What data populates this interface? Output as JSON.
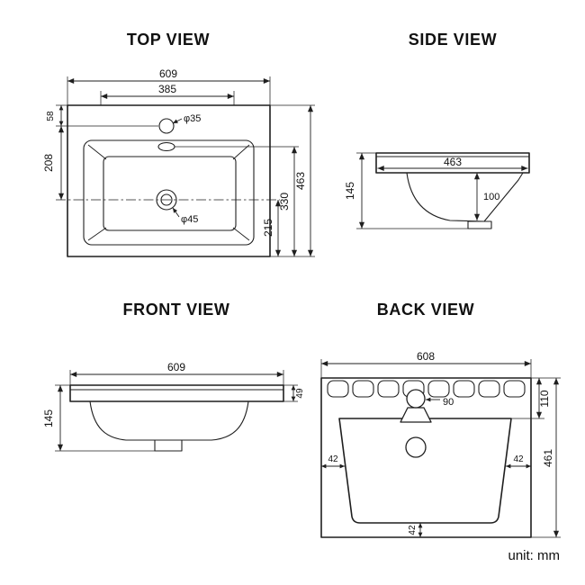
{
  "unit_label": "unit: mm",
  "top_view": {
    "title": "TOP VIEW",
    "dim_overall_width": "609",
    "dim_inner_width": "385",
    "dim_faucet_offset": "58",
    "dim_faucet_to_drain": "208",
    "dim_overall_depth": "463",
    "dim_overflow_to_front": "330",
    "dim_drain_to_front": "215",
    "label_faucet_hole": "φ35",
    "label_drain_hole": "φ45"
  },
  "side_view": {
    "title": "SIDE VIEW",
    "dim_depth": "463",
    "dim_height": "145",
    "dim_bowl_depth": "100"
  },
  "front_view": {
    "title": "FRONT VIEW",
    "dim_width": "609",
    "dim_rim_height": "49",
    "dim_height": "145"
  },
  "back_view": {
    "title": "BACK VIEW",
    "dim_width": "608",
    "dim_faucet": "90",
    "dim_rim_to_basin": "110",
    "dim_height": "461",
    "dim_wall_left": "42",
    "dim_wall_right": "42",
    "dim_wall_bottom": "42"
  }
}
